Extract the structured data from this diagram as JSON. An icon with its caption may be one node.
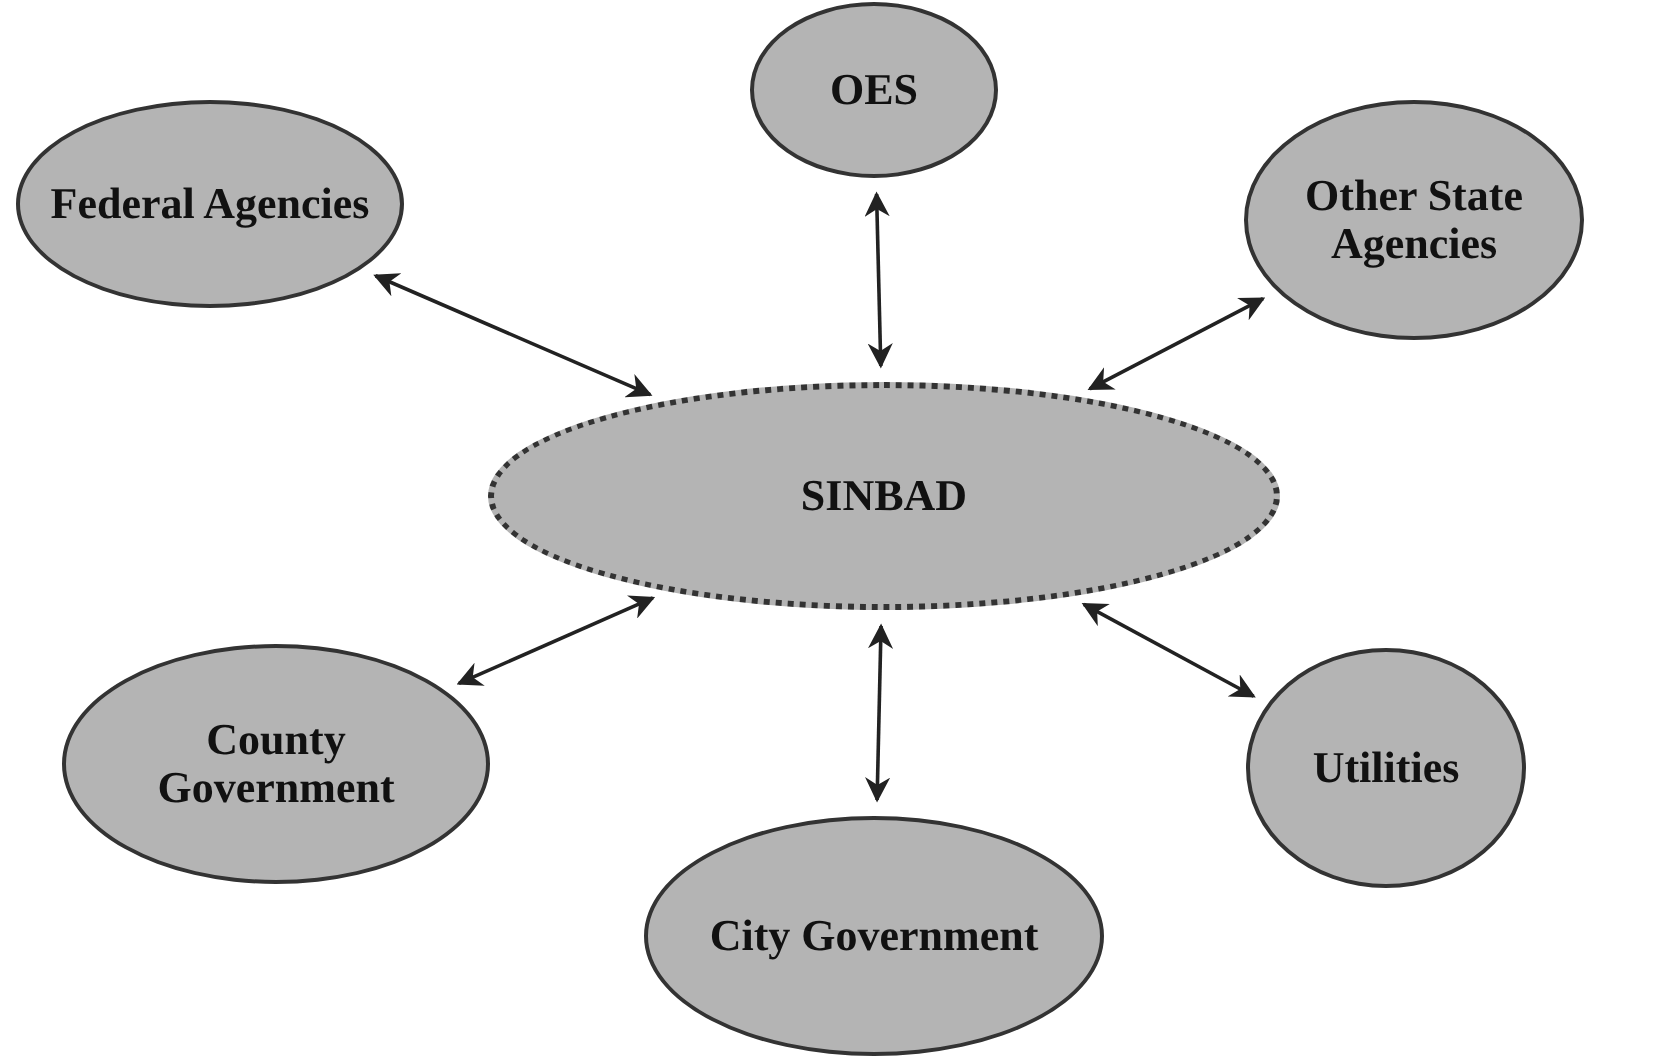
{
  "diagram": {
    "nodes": [
      {
        "text": [
          "SINBAD"
        ]
      },
      {
        "text": [
          "Federal Agencies"
        ]
      },
      {
        "text": [
          "OES"
        ]
      },
      {
        "text": [
          "Other State Agencies"
        ]
      },
      {
        "text": [
          "County Government"
        ]
      },
      {
        "text": [
          "City Government"
        ]
      },
      {
        "text": [
          "Utilities"
        ]
      }
    ],
    "edges": [
      {
        "from": 1,
        "to": 0,
        "arrow": "both"
      },
      {
        "from": 2,
        "to": 0,
        "arrow": "both"
      },
      {
        "from": 3,
        "to": 0,
        "arrow": "both"
      },
      {
        "from": 4,
        "to": 0,
        "arrow": "both"
      },
      {
        "from": 5,
        "to": 0,
        "arrow": "both"
      },
      {
        "from": 6,
        "to": 0,
        "arrow": "both"
      }
    ]
  }
}
